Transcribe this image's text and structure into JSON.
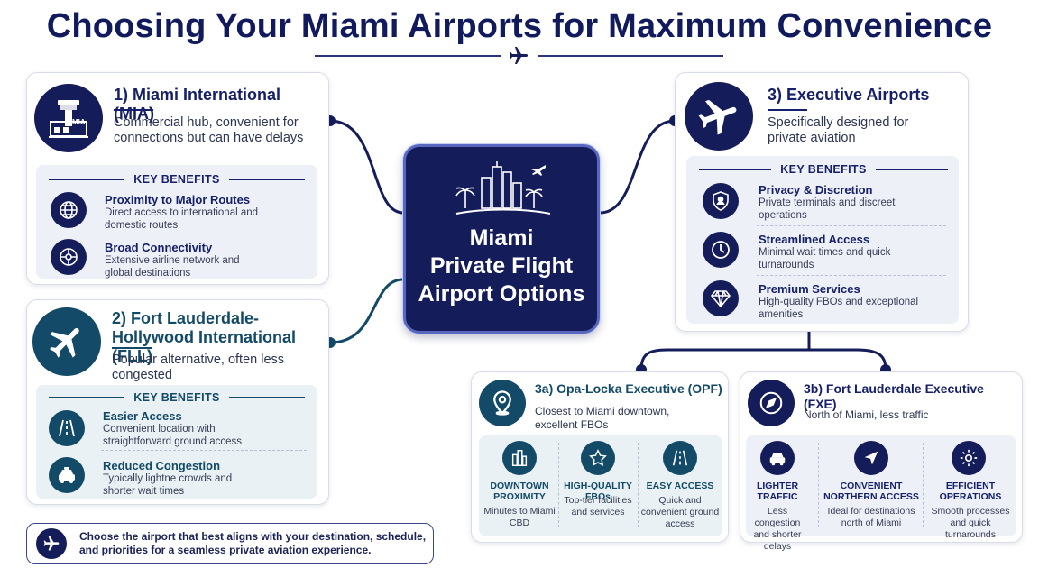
{
  "title": "Choosing Your Miami Airports for Maximum Convenience",
  "center": {
    "line1": "Miami",
    "line2": "Private Flight",
    "line3": "Airport Options"
  },
  "mia": {
    "title": "1) Miami International (MIA)",
    "icon_label": "MIA",
    "desc": "Commercial hub, convenient for connections but can have delays",
    "kb": "KEY BENEFITS",
    "benefits": [
      {
        "title": "Proximity to Major Routes",
        "desc": "Direct access to international and domestic routes"
      },
      {
        "title": "Broad Connectivity",
        "desc": "Extensive airline network and global destinations"
      }
    ]
  },
  "fll": {
    "title": "2) Fort Lauderdale-Hollywood International (FLL)",
    "desc": "Popular alternative, often less congested",
    "kb": "KEY BENEFITS",
    "benefits": [
      {
        "title": "Easier Access",
        "desc": "Convenient location with straightforward ground access"
      },
      {
        "title": "Reduced Congestion",
        "desc": "Typically lightne crowds and shorter wait times"
      }
    ]
  },
  "exec": {
    "title": "3) Executive Airports",
    "desc": "Specifically designed for private aviation",
    "kb": "KEY BENEFITS",
    "benefits": [
      {
        "title": "Privacy & Discretion",
        "desc": "Private terminals and discreet operations"
      },
      {
        "title": "Streamlined Access",
        "desc": "Minimal wait times and quick turnarounds"
      },
      {
        "title": "Premium Services",
        "desc": "High-quality FBOs and exceptional amenities"
      }
    ]
  },
  "opf": {
    "title": "3a) Opa-Locka Executive (OPF)",
    "desc": "Closest to Miami downtown, excellent FBOs",
    "cols": [
      {
        "title": "DOWNTOWN PROXIMITY",
        "desc": "Minutes to Miami CBD"
      },
      {
        "title": "HIGH-QUALITY FBOs",
        "desc": "Top-tier facilities and services"
      },
      {
        "title": "EASY ACCESS",
        "desc": "Quick and convenient ground access"
      }
    ]
  },
  "fxe": {
    "title": "3b) Fort Lauderdale Executive (FXE)",
    "desc": "North of Miami, less traffic",
    "cols": [
      {
        "title": "LIGHTER TRAFFIC",
        "desc": "Less congestion and shorter delays"
      },
      {
        "title": "CONVENIENT NORTHERN ACCESS",
        "desc": "Ideal for destinations north of Miami"
      },
      {
        "title": "EFFICIENT OPERATIONS",
        "desc": "Smooth processes and quick turnarounds"
      }
    ]
  },
  "footer": {
    "text": "Choose the airport that best aligns with your destination, schedule, and priorities for a seamless private aviation experience."
  },
  "colors": {
    "navy": "#141d5a",
    "teal": "#124a68",
    "accent": "#5868c0"
  }
}
